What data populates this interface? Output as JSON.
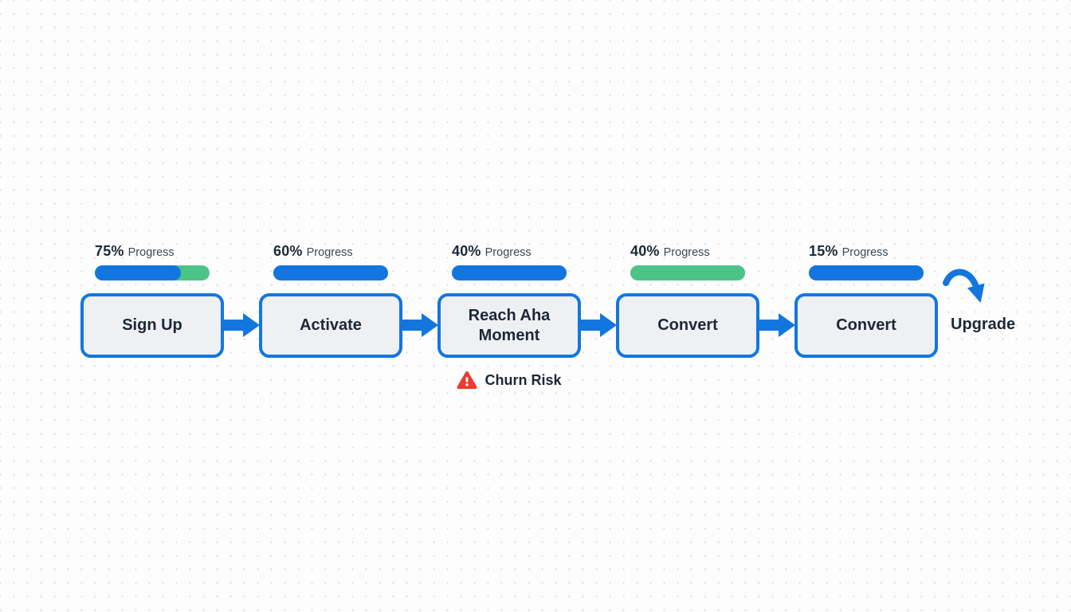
{
  "colors": {
    "blue": "#1376df",
    "green": "#4cc488",
    "box_fill": "#eef0f3",
    "text_dark": "#1d2836",
    "text_muted": "#3c4756",
    "risk_red": "#ee3a2f",
    "canvas_dot": "#e4e6e9"
  },
  "stages": [
    {
      "label": "Sign Up",
      "progress_value": "75%",
      "progress_word": "Progress",
      "bar": {
        "fill_color": "#1376df",
        "remainder_color": "#4cc488",
        "fill_ratio": 0.75
      }
    },
    {
      "label": "Activate",
      "progress_value": "60%",
      "progress_word": "Progress",
      "bar": {
        "fill_color": "#1376df",
        "remainder_color": "#1376df",
        "fill_ratio": 1
      }
    },
    {
      "label": "Reach Aha Moment",
      "progress_value": "40%",
      "progress_word": "Progress",
      "bar": {
        "fill_color": "#1376df",
        "remainder_color": "#1376df",
        "fill_ratio": 1
      },
      "annotation": "Churn Risk"
    },
    {
      "label": "Convert",
      "progress_value": "40%",
      "progress_word": "Progress",
      "bar": {
        "fill_color": "#4cc488",
        "remainder_color": "#4cc488",
        "fill_ratio": 1
      }
    },
    {
      "label": "Convert",
      "progress_value": "15%",
      "progress_word": "Progress",
      "bar": {
        "fill_color": "#1376df",
        "remainder_color": "#1376df",
        "fill_ratio": 1
      }
    }
  ],
  "upgrade": {
    "label": "Upgrade"
  }
}
